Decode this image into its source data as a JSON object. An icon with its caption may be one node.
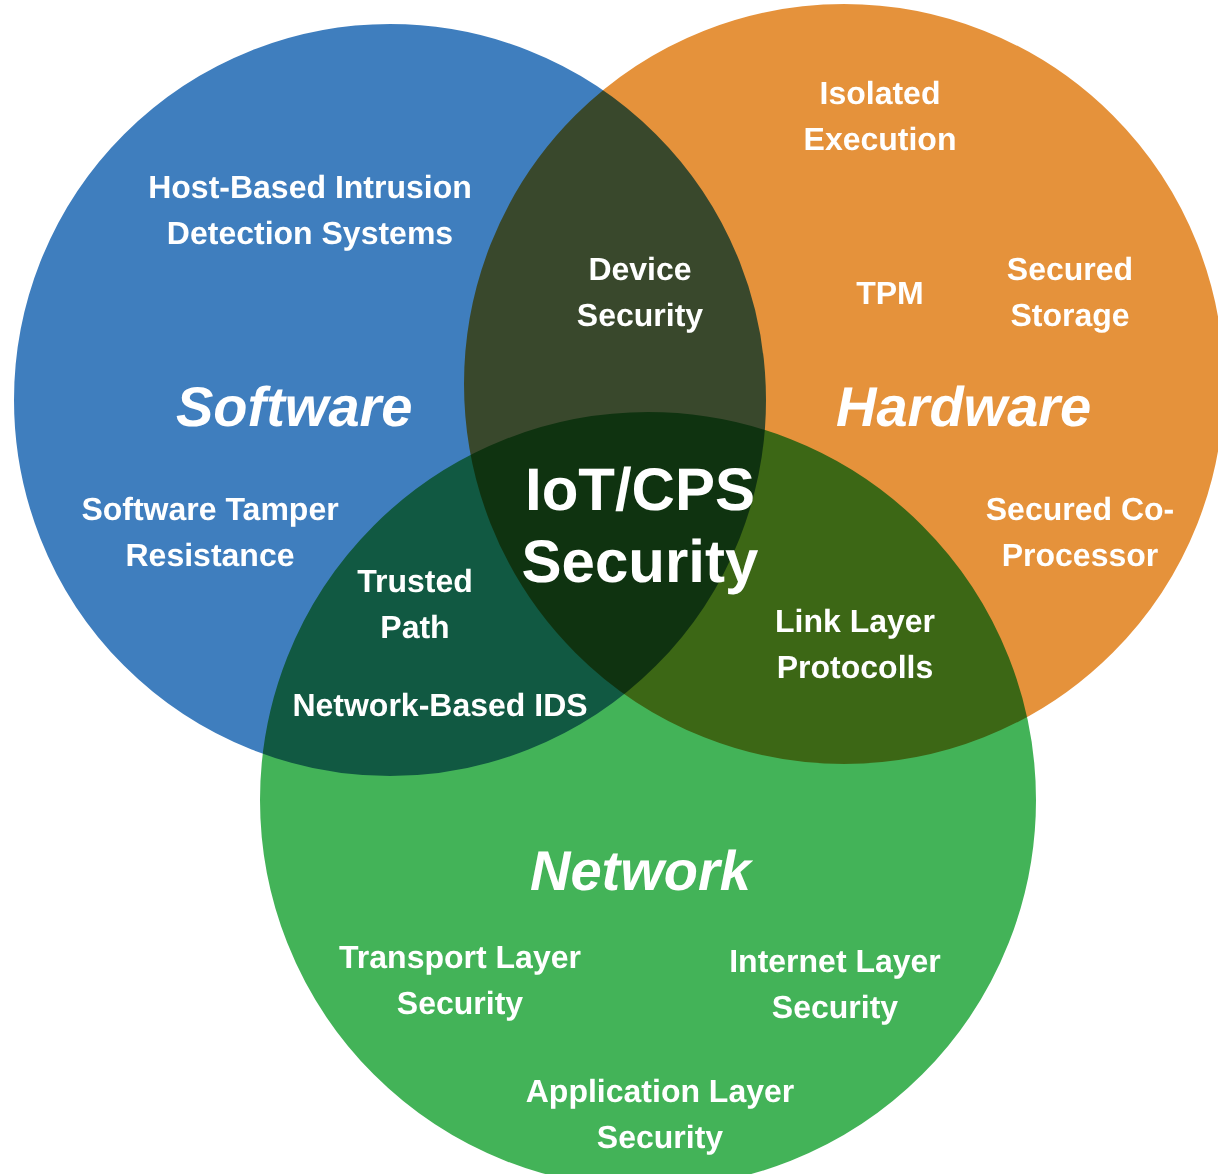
{
  "diagram": {
    "nodes": [
      {
        "text": [
          "Software"
        ]
      },
      {
        "text": [
          "Hardware"
        ]
      },
      {
        "text": [
          "Network"
        ]
      }
    ],
    "labels": [
      "Isolated Execution",
      "Host-Based Intrusion Detection Systems",
      "Device Security",
      "TPM",
      "Secured Storage",
      "Software Tamper Resistance",
      "IoT/CPS Security",
      "Secured Co-Processor",
      "Trusted Path",
      "Link Layer Protocolls",
      "Network-Based IDS",
      "Transport Layer Security",
      "Internet Layer Security",
      "Application Layer Security"
    ]
  }
}
